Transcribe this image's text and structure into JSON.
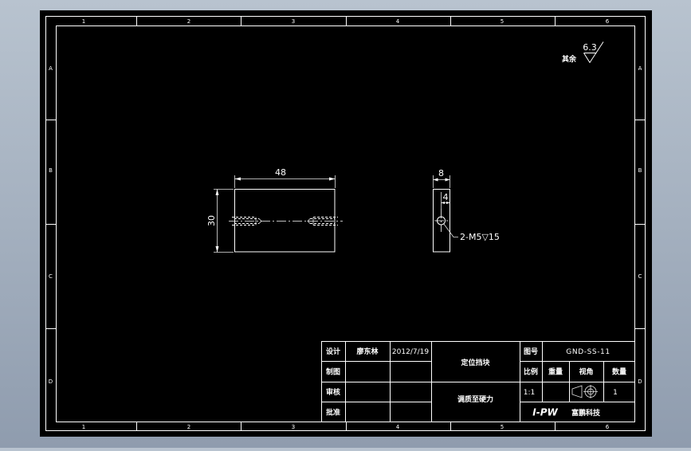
{
  "drawing": {
    "zone_columns": [
      "1",
      "2",
      "3",
      "4",
      "5",
      "6"
    ],
    "zone_rows": [
      "A",
      "B",
      "C",
      "D"
    ],
    "roughness": {
      "label": "其余",
      "value": "6.3"
    },
    "front_view": {
      "width_dim": "48",
      "height_dim": "30"
    },
    "side_view": {
      "width_dim": "8",
      "hole_offset_dim": "4",
      "hole_callout": "2-M5▽15"
    }
  },
  "title_block": {
    "signoff": [
      {
        "role": "设计",
        "name": "廖东林",
        "date": "2012/7/19"
      },
      {
        "role": "制图"
      },
      {
        "role": "审核"
      },
      {
        "role": "批准"
      }
    ],
    "part_name": "定位挡块",
    "treatment": "调质至硬力",
    "drawing_no_label": "图号",
    "drawing_no": "GND-SS-11",
    "headers": {
      "scale": "比例",
      "weight": "重量",
      "projection": "视角",
      "quantity": "数量"
    },
    "scale": "1:1",
    "quantity": "1",
    "logo": "I-PW",
    "company": "富鹏科技"
  }
}
